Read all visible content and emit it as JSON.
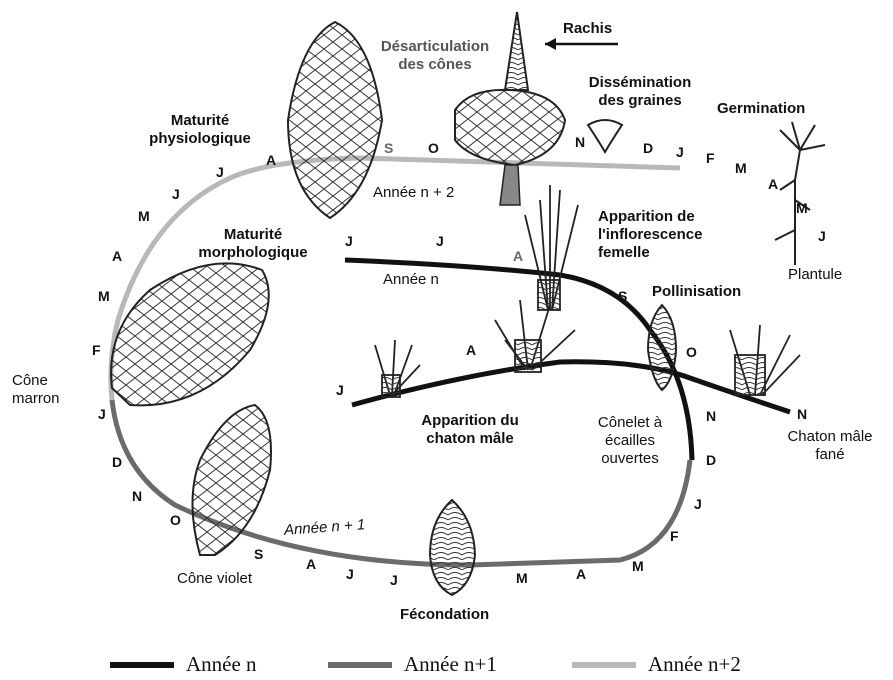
{
  "labels": {
    "rachis": "Rachis",
    "desarticulation": [
      "Désarticulation",
      "des cônes"
    ],
    "dissemination": [
      "Dissémination",
      "des graines"
    ],
    "germination": "Germination",
    "maturite_physio": [
      "Maturité",
      "physiologique"
    ],
    "maturite_morpho": [
      "Maturité",
      "morphologique"
    ],
    "annee_n2": "Année n + 2",
    "annee_n": "Année n",
    "annee_n1": "Année n + 1",
    "apparition_inflo": [
      "Apparition de",
      "l'inflorescence",
      "femelle"
    ],
    "plantule": "Plantule",
    "pollinisation": "Pollinisation",
    "cone_marron": [
      "Cône",
      "marron"
    ],
    "apparition_chaton": [
      "Apparition du",
      "chaton mâle"
    ],
    "conelet": [
      "Cônelet à",
      "écailles",
      "ouvertes"
    ],
    "chaton_fane": [
      "Chaton mâle",
      "fané"
    ],
    "cone_violet": "Cône violet",
    "fecondation": "Fécondation"
  },
  "months": {
    "top_arc": [
      "A",
      "J",
      "S",
      "O",
      "N",
      "D",
      "J",
      "F",
      "M",
      "A",
      "M",
      "J"
    ],
    "left_arc_upper": [
      "J",
      "M",
      "A",
      "M",
      "F"
    ],
    "left_arc_lower": [
      "J",
      "D",
      "N",
      "O"
    ],
    "bottom_arc": [
      "S",
      "A",
      "J",
      "J",
      "M",
      "A",
      "M",
      "F",
      "J",
      "D",
      "N",
      "O",
      "S"
    ],
    "middle_arc": [
      "J",
      "J",
      "A"
    ],
    "male_branch": [
      "J",
      "A",
      "N"
    ]
  },
  "legend": [
    {
      "label": "Année n",
      "color": "#111111"
    },
    {
      "label": "Année n+1",
      "color": "#6b6b6b"
    },
    {
      "label": "Année n+2",
      "color": "#b8b8b8"
    }
  ],
  "colors": {
    "year_n": "#111111",
    "year_n1": "#6b6b6b",
    "year_n2": "#b8b8b8"
  }
}
